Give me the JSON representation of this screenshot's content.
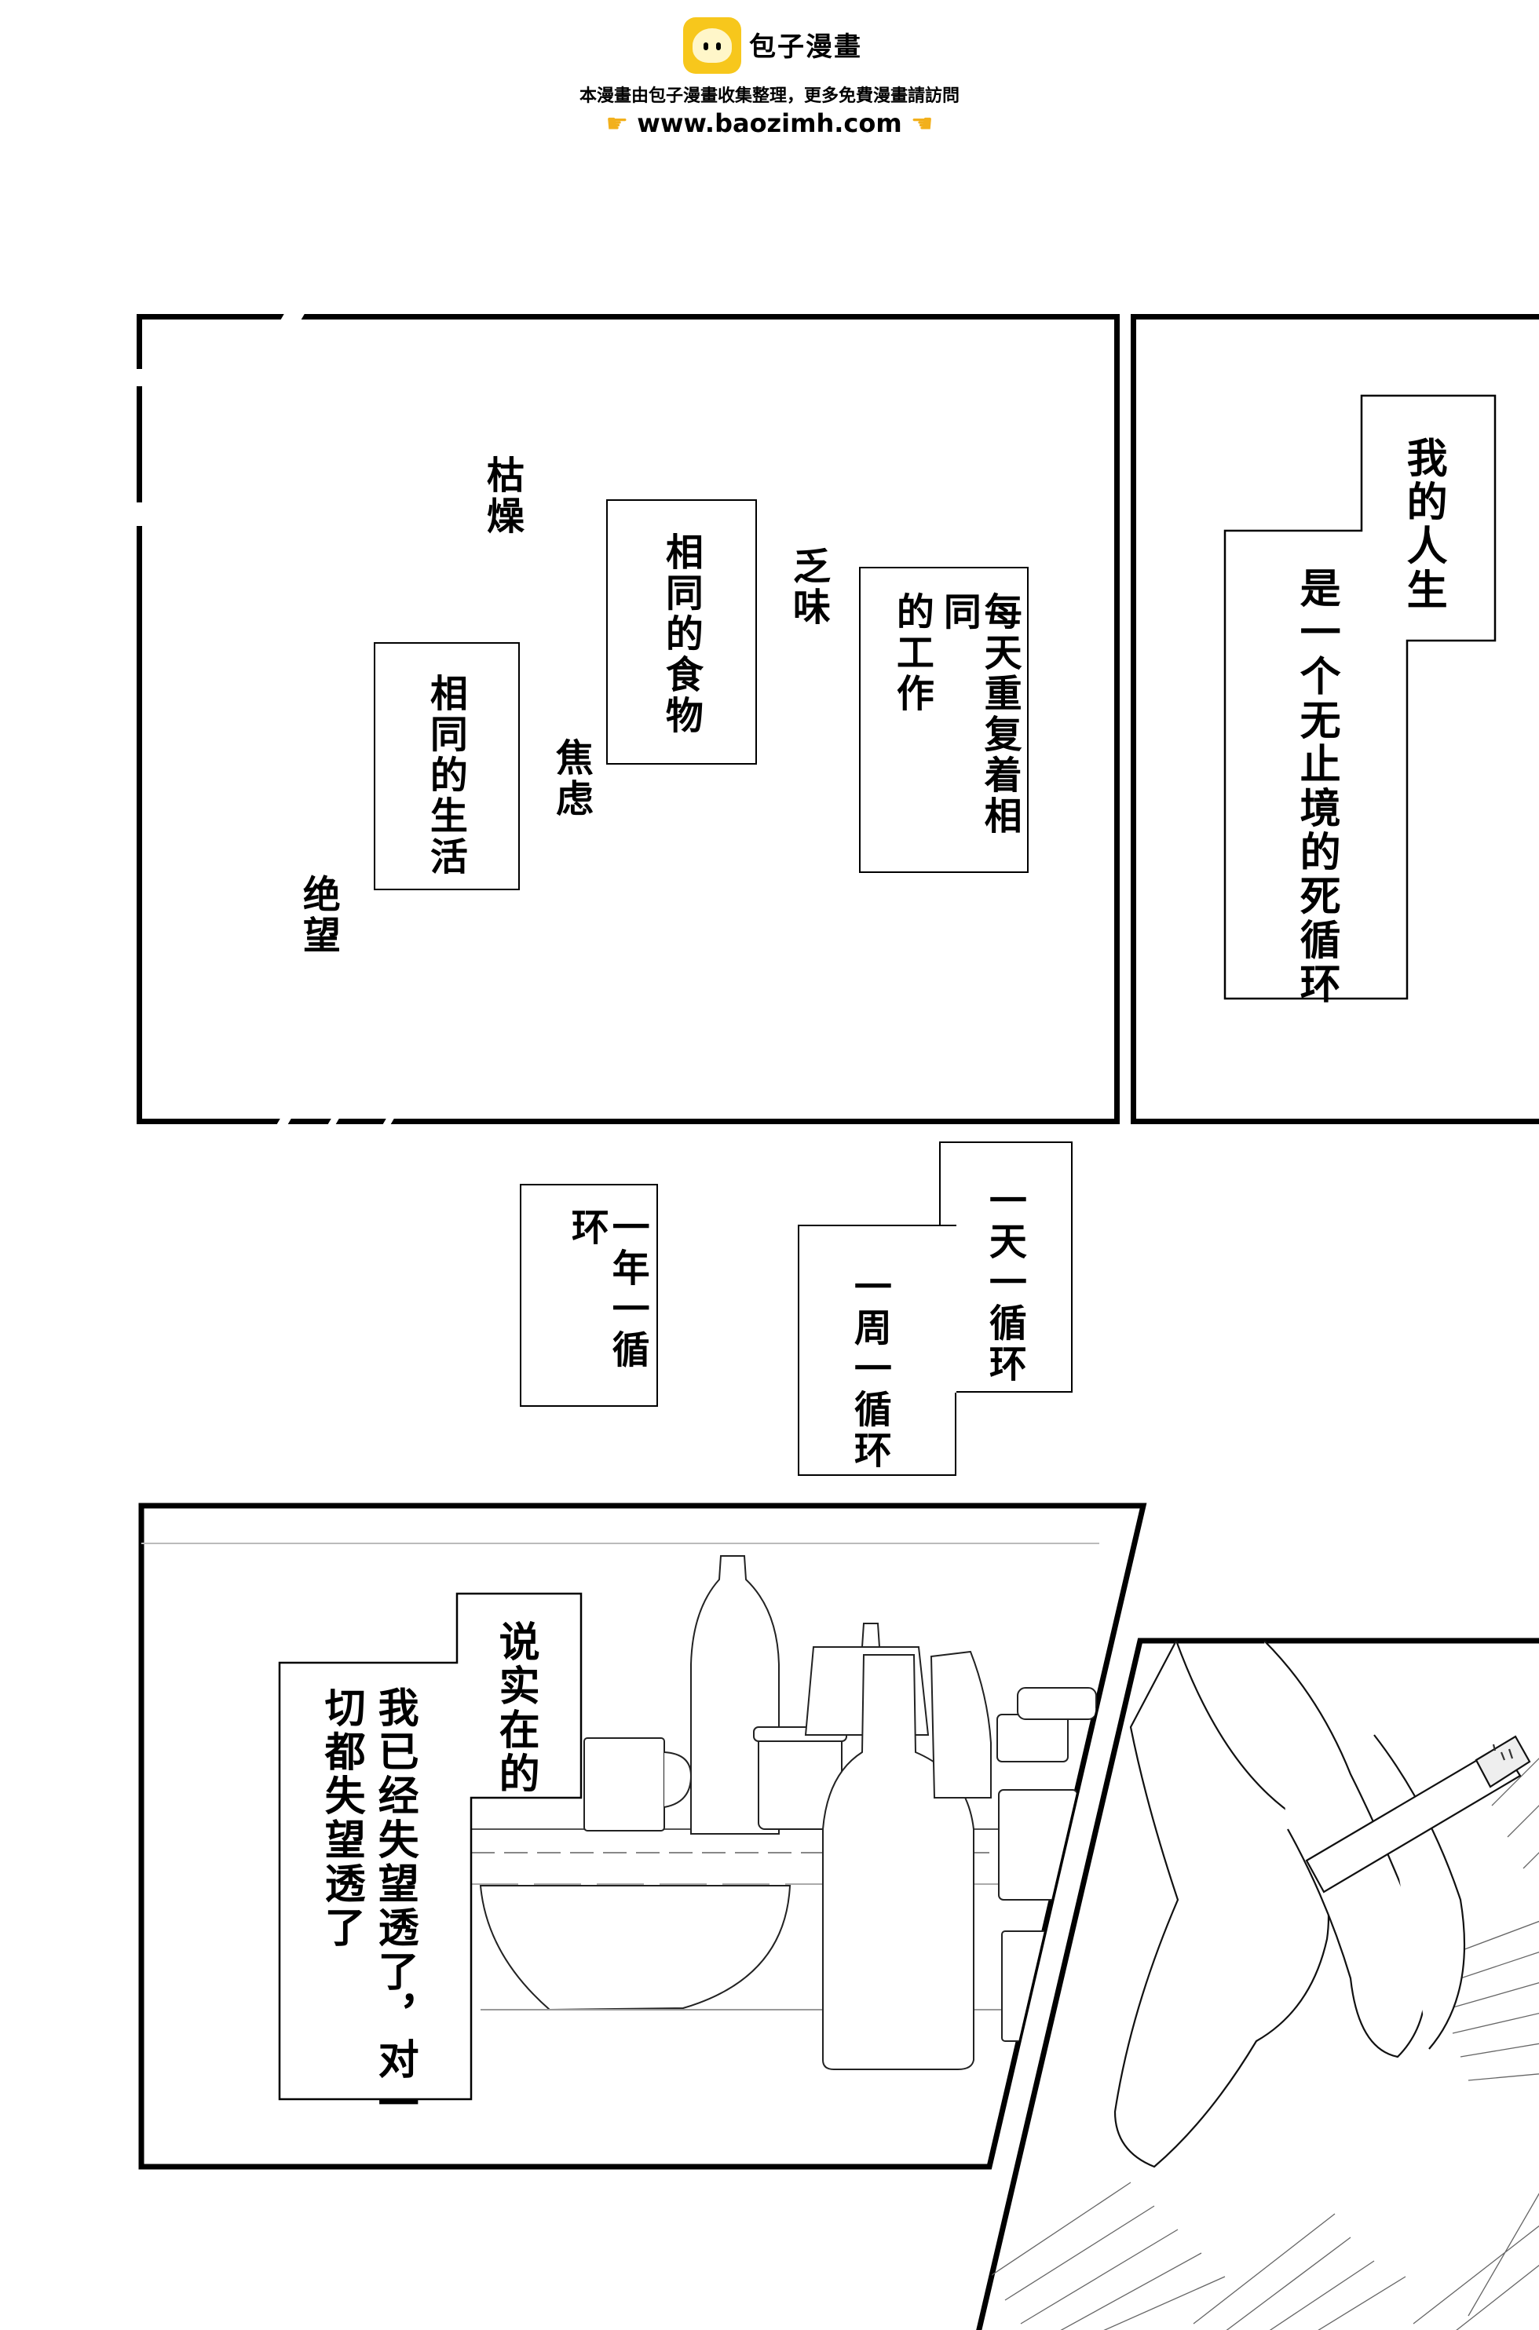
{
  "header": {
    "site_name": "包子漫畫",
    "notice": "本漫畫由包子漫畫收集整理，更多免費漫畫請訪問",
    "url": "www.baozimh.com"
  },
  "panel1": {
    "word_dry": "枯燥",
    "word_bland": "乏味",
    "word_anxious": "焦虑",
    "word_despair": "绝望",
    "box_same_food": "相同的食物",
    "box_same_work": [
      "每天重复着相同",
      "的工作"
    ],
    "box_same_life": "相同的生活"
  },
  "panel2": {
    "box_my_life": "我的人生",
    "box_endless_loop": "是一个无止境的死循环"
  },
  "middle": {
    "box_one_day": "一天一循环",
    "box_one_week": "一周一循环",
    "box_one_year": "一年一循环"
  },
  "panel3": {
    "box_honestly": "说实在的",
    "box_disappointed": [
      "我已经失望透了，对一",
      "切都失望透了"
    ]
  }
}
